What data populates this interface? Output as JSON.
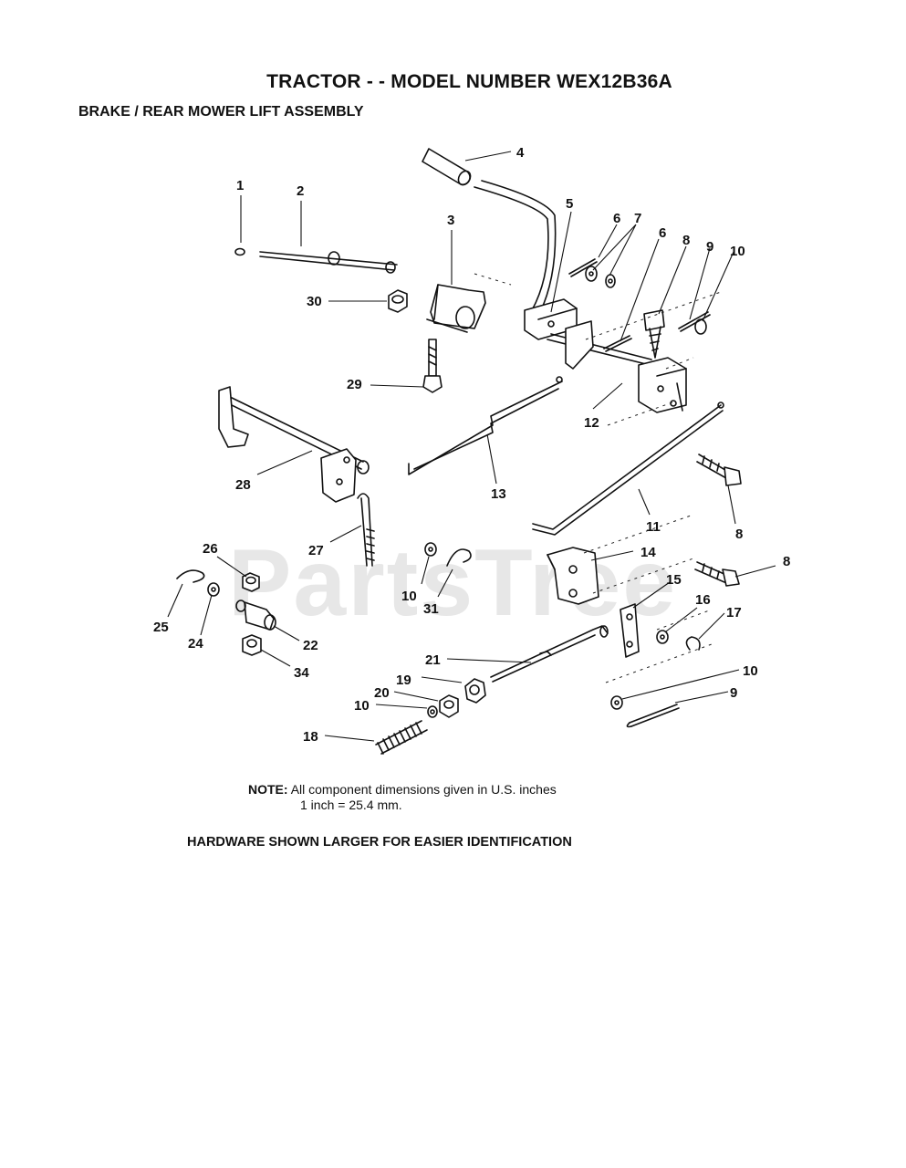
{
  "header": {
    "title": "TRACTOR - - MODEL NUMBER WEX12B36A",
    "subtitle": "BRAKE / REAR MOWER LIFT ASSEMBLY"
  },
  "watermark": "PartsTree",
  "callouts": [
    "1",
    "2",
    "3",
    "4",
    "5",
    "6",
    "7",
    "6",
    "8",
    "9",
    "10",
    "30",
    "29",
    "12",
    "28",
    "13",
    "11",
    "8",
    "27",
    "26",
    "10",
    "31",
    "14",
    "8",
    "25",
    "24",
    "22",
    "34",
    "15",
    "16",
    "17",
    "21",
    "10",
    "19",
    "20",
    "10",
    "9",
    "18"
  ],
  "note": {
    "label": "NOTE:",
    "line1": "All component dimensions given in U.S. inches",
    "line2": "1 inch = 25.4 mm."
  },
  "footer": "HARDWARE SHOWN LARGER FOR EASIER IDENTIFICATION"
}
